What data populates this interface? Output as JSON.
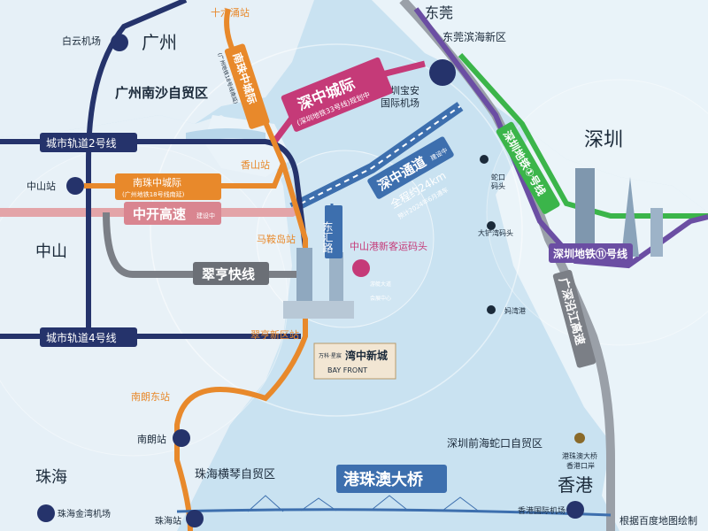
{
  "regions": {
    "guangzhou": "广州",
    "dongguan": "东莞",
    "shenzhen": "深圳",
    "zhongshan": "中山",
    "zhuhai": "珠海",
    "hongkong": "香港"
  },
  "zones": {
    "nansha": "广州南沙自贸区",
    "hengqin": "珠海横琴自贸区",
    "qianhai": "深圳前海蛇口自贸区",
    "dongguan_new": "东莞滨海新区"
  },
  "airports": {
    "baiyun": "白云机场",
    "baoan_line1": "深圳宝安",
    "baoan_line2": "国际机场",
    "jinwan": "珠海金湾机场",
    "hk": "香港国际机场"
  },
  "lines": {
    "metro2": "城市轨道2号线",
    "metro4": "城市轨道4号线",
    "nanzhu_label": "南珠中城际",
    "nanzhu_sub": "(广州地铁18号线南延)",
    "nanzhong_vertical": "南珠中城际",
    "nanzhong_vertical_sub": "(广州地铁18号线南延)",
    "shenzhong": "深中城际",
    "shenzhong_sub": "(深圳地铁33号线)规划中",
    "zhongkai": "中开高速",
    "zhongkai_tag": "建设中",
    "cuiheng": "翠亨快线",
    "donghui": "东汇路",
    "shenzhong_channel": "深中通道",
    "channel_tag": "建设中",
    "channel_length": "全程约24km",
    "channel_open": "预计2024年6月通车",
    "sz_line1": "深圳地铁①号线",
    "sz_line11": "深圳地铁⑪号线",
    "guangshen": "广深沿江高速",
    "hzm_bridge": "港珠澳大桥"
  },
  "stations": {
    "shiliuyong": "十六涌站",
    "xiangshan": "香山站",
    "zhongshan_st": "中山站",
    "malingang": "马鞍岛站",
    "cuiheng_new": "翠亨新区站",
    "nanlang_east": "南朗东站",
    "nanlang": "南朗站",
    "zhuhai_st": "珠海站"
  },
  "ports": {
    "zs_port": "中山港新客运码头",
    "dachan": "大铲湾码头",
    "mawan": "妈湾港",
    "shekou_port1": "蛇口",
    "shekou_port2": "码头",
    "hzm_port1": "港珠澳大桥",
    "hzm_port2": "香港口岸",
    "small1": "游艇大道",
    "small2": "会展中心"
  },
  "project": {
    "brand": "万科·星宸",
    "name": "湾中新城",
    "english": "BAY FRONT"
  },
  "footer": "根据百度地图绘制",
  "colors": {
    "water": "#c9e2f1",
    "land": "#e9f3f9",
    "metro_navy": "#25336b",
    "orange": "#e8892b",
    "pink": "#c53a78",
    "salmon": "#e3a4a8",
    "gray_line": "#7b7f86",
    "purple": "#6b4ea3",
    "green": "#3bb54a",
    "teal_band": "#3d6fae"
  }
}
